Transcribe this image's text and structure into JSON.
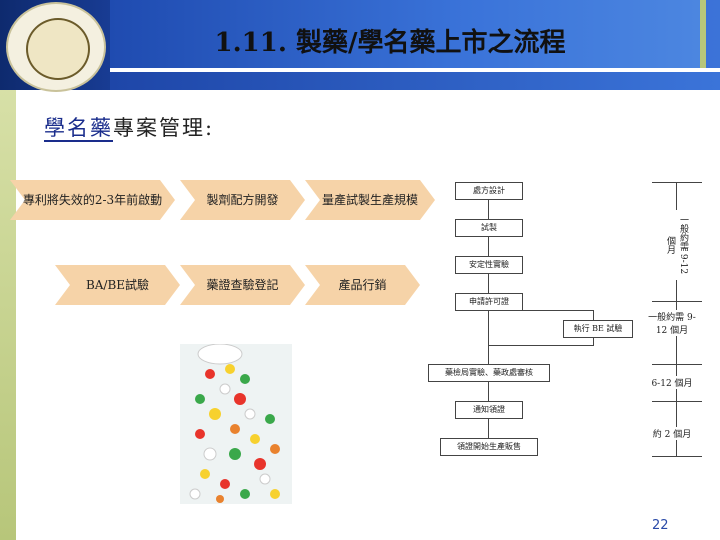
{
  "header": {
    "title": "1.11. 製藥/學名藥上市之流程"
  },
  "subtitle": {
    "underlined": "學名藥",
    "rest": "專案管理:"
  },
  "steps_row1": [
    {
      "label": "專利將失效的2-3年前啟動"
    },
    {
      "label": "製劑配方開發"
    },
    {
      "label": "量產試製生產規模"
    }
  ],
  "steps_row2": [
    {
      "label": "BA/BE試驗"
    },
    {
      "label": "藥證查驗登記"
    },
    {
      "label": "產品行銷"
    }
  ],
  "flow": {
    "boxes": [
      "處方設計",
      "試製",
      "安定性實驗",
      "申請許可證",
      "執行 BE 試驗",
      "藥檢局實驗、藥政處審核",
      "通知領證",
      "領證開始生產販售"
    ]
  },
  "timeline": {
    "seg1": "一般約需 9-12 個月",
    "seg2": "一般約需 9-12 個月",
    "seg3": "6-12 個月",
    "seg4": "約 2 個月"
  },
  "page_number": "22",
  "colors": {
    "header_dark": "#0e2a6e",
    "header_light": "#3c73d8",
    "accent": "#b7c67a",
    "chevron": "#f3c08a"
  }
}
